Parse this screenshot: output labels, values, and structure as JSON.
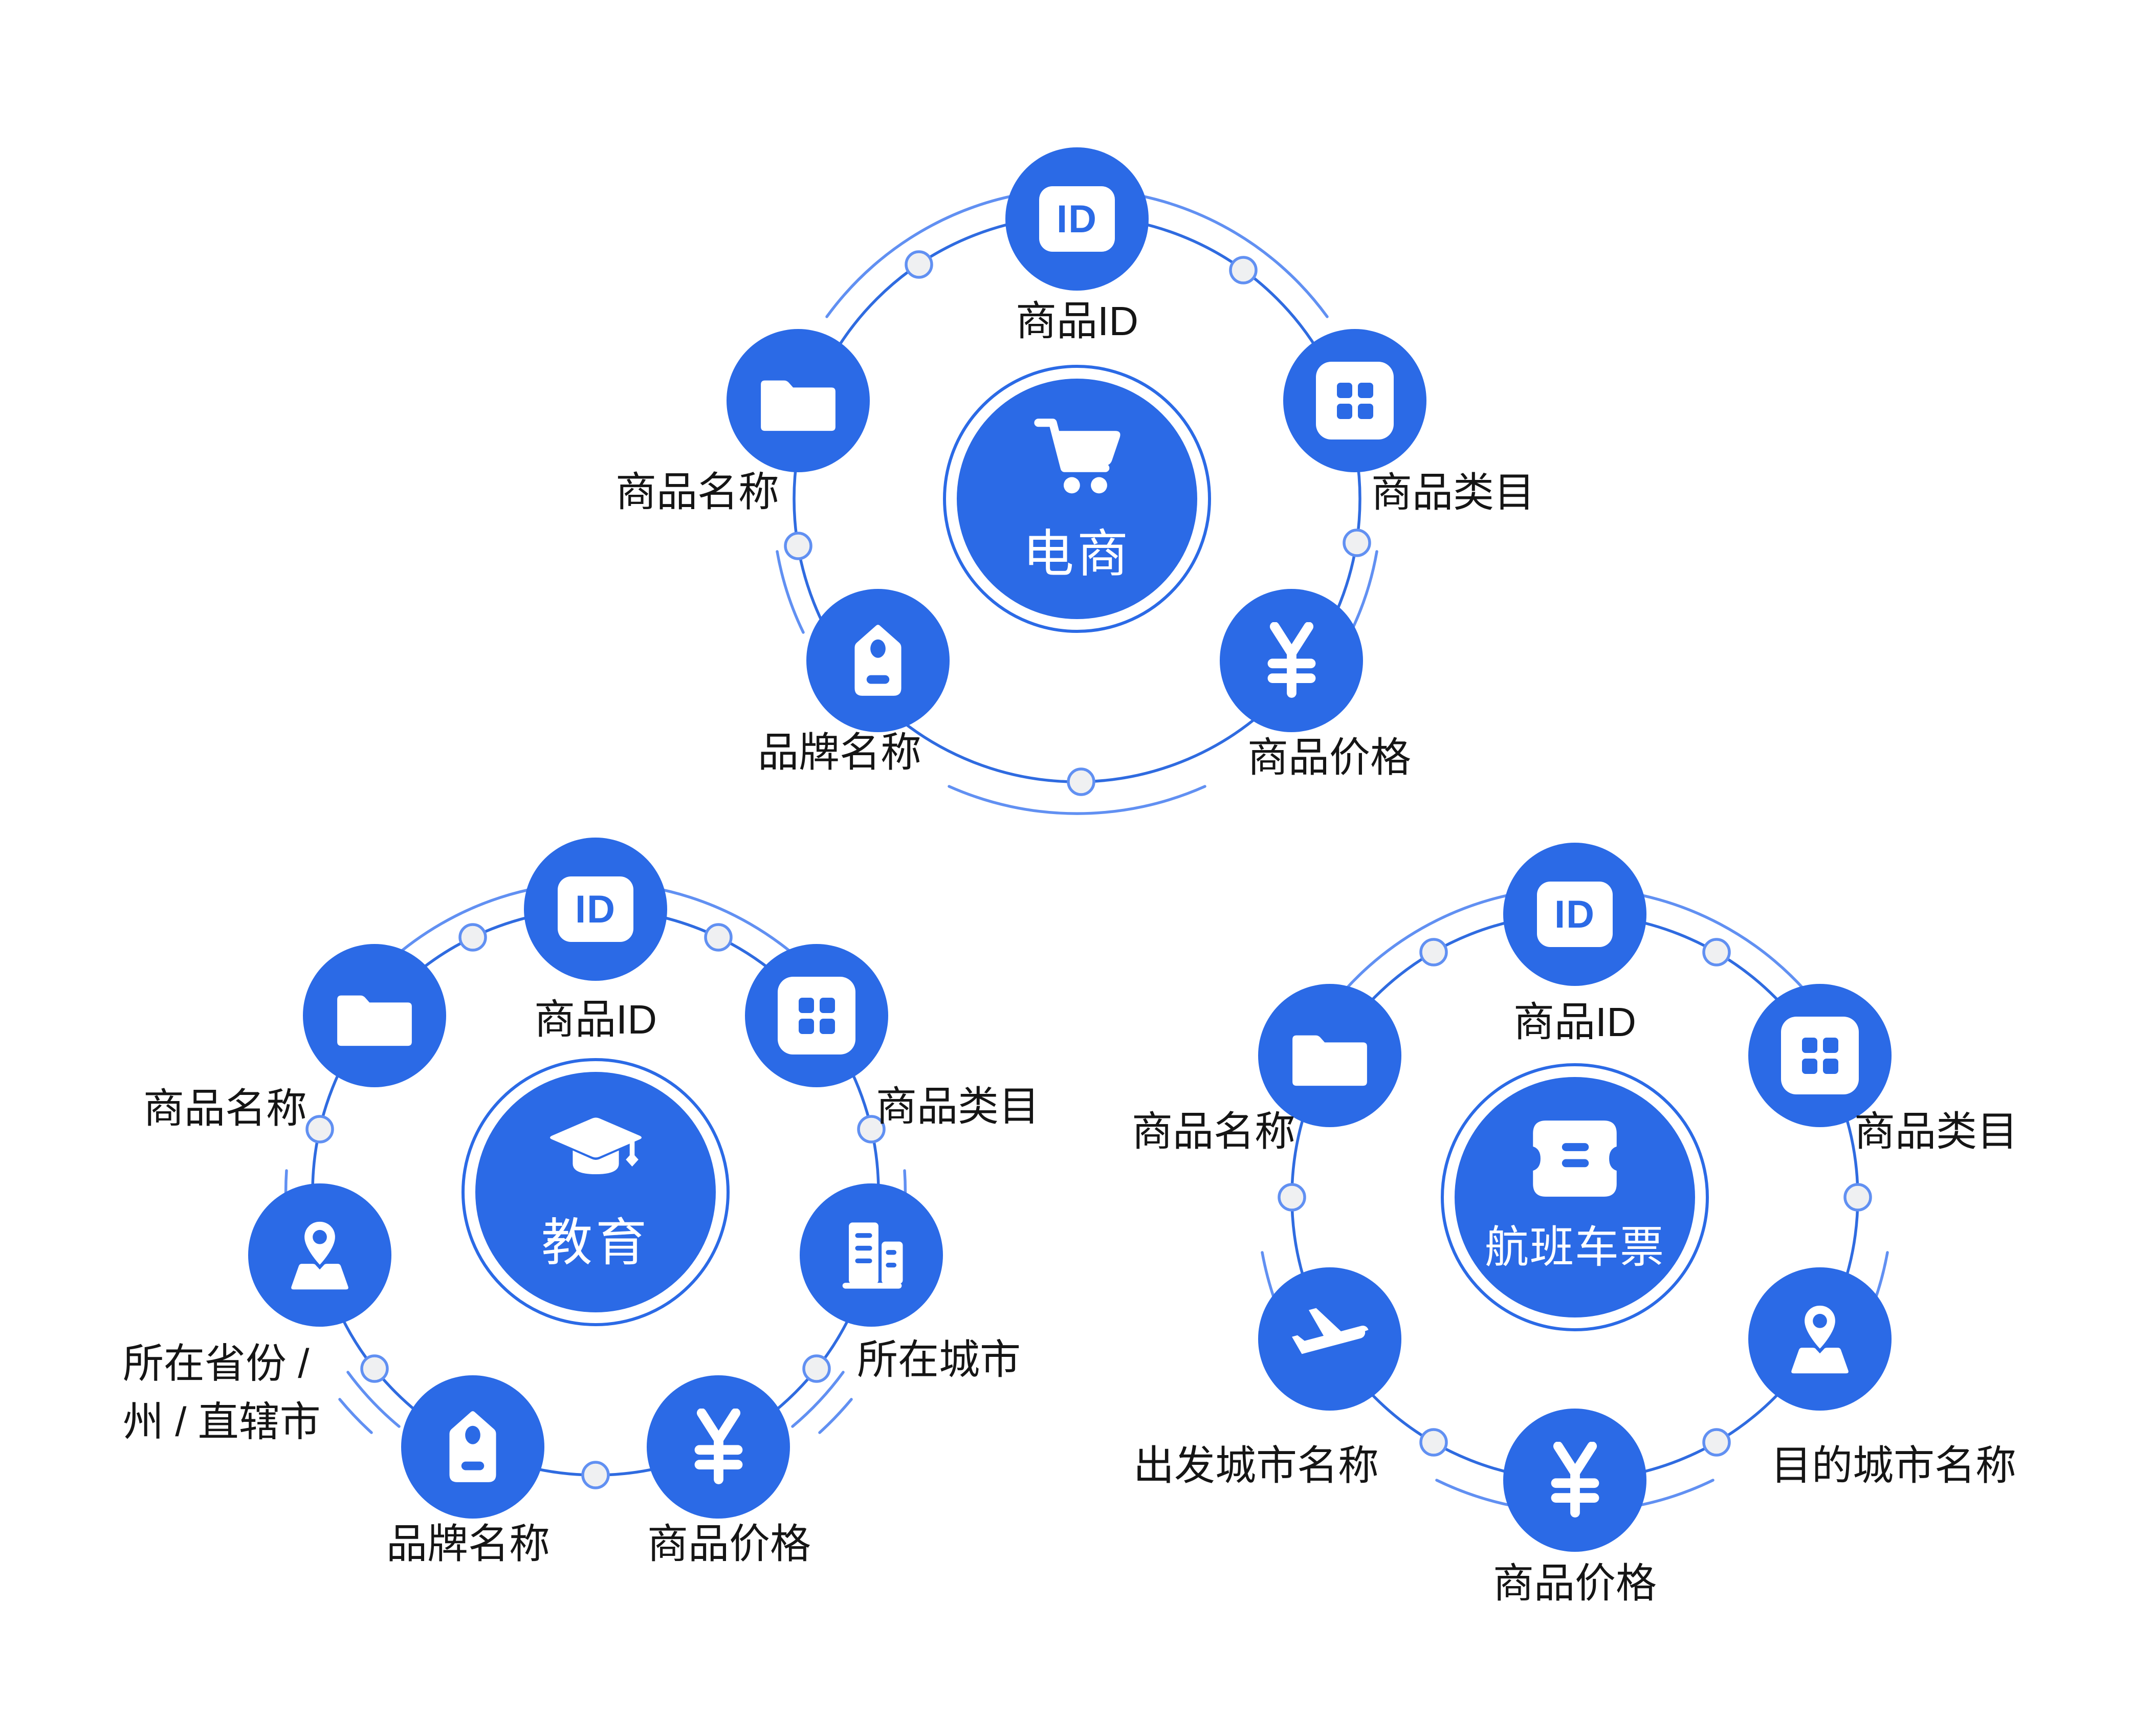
{
  "colors": {
    "primary": "#2B6AE6",
    "ring": "#2F6BE0",
    "light": "#6190F2",
    "dotfill": "#EFF0F2",
    "text": "#151515",
    "white": "#FFFFFF"
  },
  "icon_texts": {
    "id_badge": "ID"
  },
  "diagrams": [
    {
      "center": {
        "label": "电商",
        "icon": "shopping-cart-icon"
      },
      "satellites": [
        {
          "label": "商品ID",
          "icon": "id-badge-icon"
        },
        {
          "label": "商品名称",
          "icon": "folder-icon"
        },
        {
          "label": "商品类目",
          "icon": "category-grid-icon"
        },
        {
          "label": "品牌名称",
          "icon": "brand-tag-icon"
        },
        {
          "label": "商品价格",
          "icon": "yuan-price-icon"
        }
      ]
    },
    {
      "center": {
        "label": "教育",
        "icon": "graduation-cap-icon"
      },
      "satellites": [
        {
          "label": "商品ID",
          "icon": "id-badge-icon"
        },
        {
          "label": "商品名称",
          "icon": "folder-icon"
        },
        {
          "label": "商品类目",
          "icon": "category-grid-icon"
        },
        {
          "label": "所在省份 /\n州 / 直辖市",
          "icon": "map-pin-icon"
        },
        {
          "label": "所在城市",
          "icon": "city-buildings-icon"
        },
        {
          "label": "品牌名称",
          "icon": "brand-tag-icon"
        },
        {
          "label": "商品价格",
          "icon": "yuan-price-icon"
        }
      ]
    },
    {
      "center": {
        "label": "航班车票",
        "icon": "ticket-icon"
      },
      "satellites": [
        {
          "label": "商品ID",
          "icon": "id-badge-icon"
        },
        {
          "label": "商品名称",
          "icon": "folder-icon"
        },
        {
          "label": "商品类目",
          "icon": "category-grid-icon"
        },
        {
          "label": "出发城市名称",
          "icon": "airplane-takeoff-icon"
        },
        {
          "label": "目的城市名称",
          "icon": "map-pin-icon"
        },
        {
          "label": "商品价格",
          "icon": "yuan-price-icon"
        }
      ]
    }
  ]
}
